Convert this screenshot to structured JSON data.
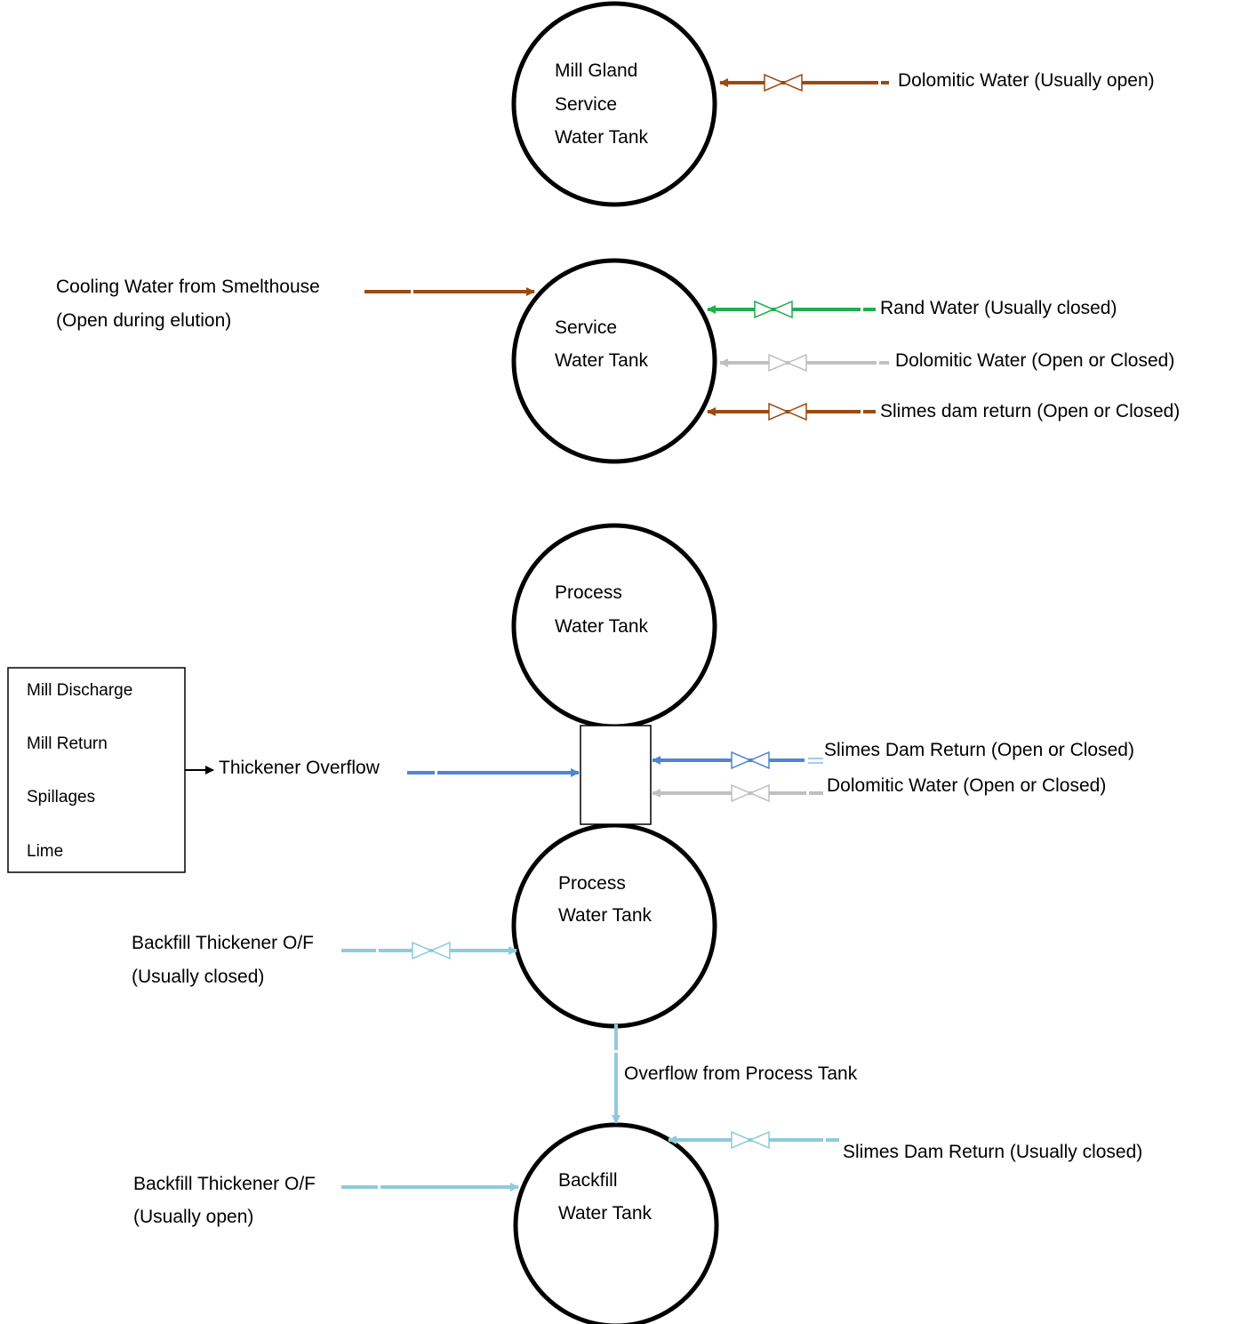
{
  "colors": {
    "brown": "#9c4a12",
    "green": "#1fae4e",
    "gray": "#c0c0c0",
    "blue": "#4f86cf",
    "lightblue": "#8ecbdb",
    "black": "#000000"
  },
  "tanks": {
    "mill_gland": [
      "Mill Gland",
      "Service",
      "Water Tank"
    ],
    "service": [
      "Service",
      "Water Tank"
    ],
    "process_top": [
      "Process",
      "Water Tank"
    ],
    "process_bottom": [
      "Process",
      "Water Tank"
    ],
    "backfill": [
      "Backfill",
      "Water Tank"
    ]
  },
  "box": {
    "items": [
      "Mill Discharge",
      "Mill Return",
      "Spillages",
      "Lime"
    ]
  },
  "streams": {
    "dolomitic_usually_open": "Dolomitic Water (Usually open)",
    "cooling": [
      "Cooling Water from Smelthouse",
      "(Open during elution)"
    ],
    "rand": "Rand Water (Usually closed)",
    "dolomitic_service": "Dolomitic Water (Open or Closed)",
    "slimes_service": "Slimes dam return (Open or Closed)",
    "thickener_overflow": "Thickener Overflow",
    "slimes_process": "Slimes Dam Return (Open or Closed)",
    "dolomitic_process": "Dolomitic Water (Open or Closed)",
    "backfill_thickener_closed": [
      "Backfill Thickener O/F",
      "(Usually closed)"
    ],
    "overflow_process": "Overflow from Process Tank",
    "slimes_backfill": "Slimes Dam Return (Usually closed)",
    "backfill_thickener_open": [
      "Backfill Thickener O/F",
      "(Usually open)"
    ]
  }
}
